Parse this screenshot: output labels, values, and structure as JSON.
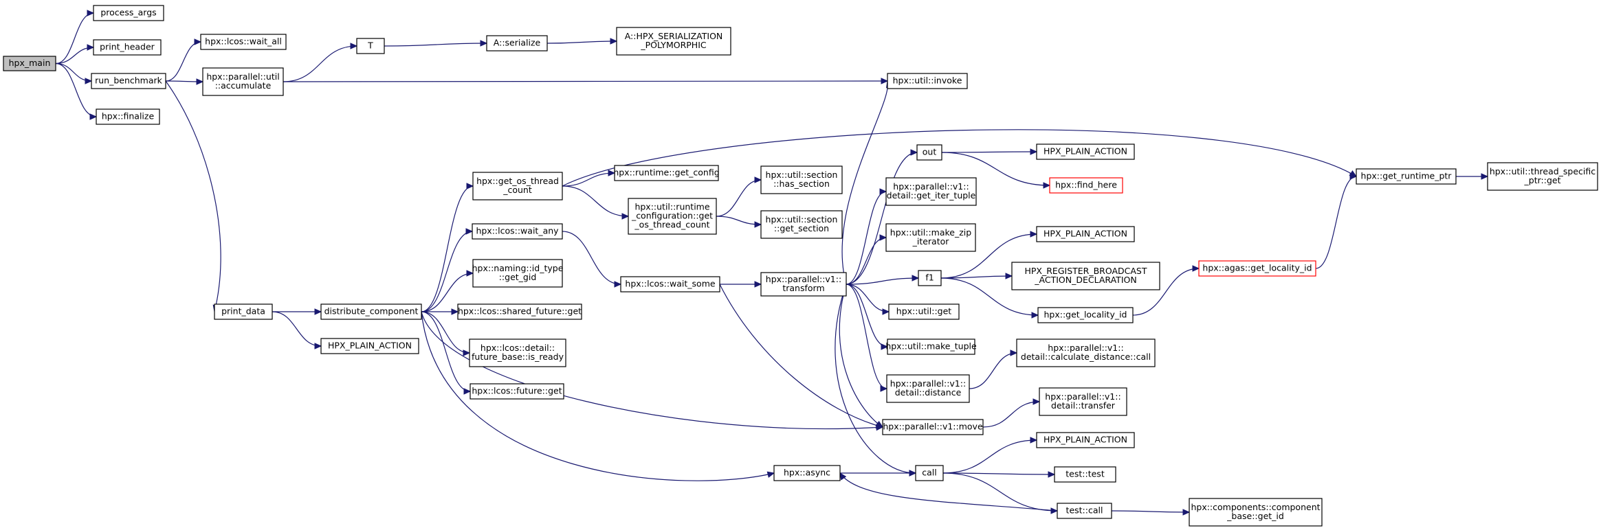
{
  "colors": {
    "edge": "#191970",
    "current_node_fill": "#bfbfbf",
    "highlight_border": "#ff0000",
    "node_border": "#000000"
  },
  "nodes": [
    {
      "id": "hpx_main",
      "lines": [
        "hpx_main"
      ],
      "current": true
    },
    {
      "id": "process_args",
      "lines": [
        "process_args"
      ]
    },
    {
      "id": "print_header",
      "lines": [
        "print_header"
      ]
    },
    {
      "id": "run_benchmark",
      "lines": [
        "run_benchmark"
      ]
    },
    {
      "id": "hpx_finalize",
      "lines": [
        "hpx::finalize"
      ]
    },
    {
      "id": "wait_all",
      "lines": [
        "hpx::lcos::wait_all"
      ]
    },
    {
      "id": "accumulate",
      "lines": [
        "hpx::parallel::util",
        "::accumulate"
      ]
    },
    {
      "id": "T",
      "lines": [
        "T"
      ]
    },
    {
      "id": "serialize",
      "lines": [
        "A::serialize"
      ]
    },
    {
      "id": "serial_poly",
      "lines": [
        "A::HPX_SERIALIZATION",
        "_POLYMORPHIC"
      ]
    },
    {
      "id": "invoke",
      "lines": [
        "hpx::util::invoke"
      ]
    },
    {
      "id": "print_data",
      "lines": [
        "print_data"
      ]
    },
    {
      "id": "distribute",
      "lines": [
        "distribute_component"
      ]
    },
    {
      "id": "hpa_plain_1",
      "lines": [
        "HPX_PLAIN_ACTION"
      ]
    },
    {
      "id": "os_thread",
      "lines": [
        "hpx::get_os_thread",
        "_count"
      ]
    },
    {
      "id": "get_config",
      "lines": [
        "hpx::runtime::get_config"
      ]
    },
    {
      "id": "rt_cfg",
      "lines": [
        "hpx::util::runtime",
        "_configuration::get",
        "_os_thread_count"
      ]
    },
    {
      "id": "has_section",
      "lines": [
        "hpx::util::section",
        "::has_section"
      ]
    },
    {
      "id": "get_section",
      "lines": [
        "hpx::util::section",
        "::get_section"
      ]
    },
    {
      "id": "wait_any",
      "lines": [
        "hpx::lcos::wait_any"
      ]
    },
    {
      "id": "get_gid",
      "lines": [
        "hpx::naming::id_type",
        "::get_gid"
      ]
    },
    {
      "id": "sf_get",
      "lines": [
        "hpx::lcos::shared_future::get"
      ]
    },
    {
      "id": "is_ready",
      "lines": [
        "hpx::lcos::detail::",
        "future_base::is_ready"
      ]
    },
    {
      "id": "f_get",
      "lines": [
        "hpx::lcos::future::get"
      ]
    },
    {
      "id": "wait_some",
      "lines": [
        "hpx::lcos::wait_some"
      ]
    },
    {
      "id": "transform",
      "lines": [
        "hpx::parallel::v1::",
        "transform"
      ]
    },
    {
      "id": "out",
      "lines": [
        "out"
      ]
    },
    {
      "id": "hpa_plain_2",
      "lines": [
        "HPX_PLAIN_ACTION"
      ]
    },
    {
      "id": "find_here",
      "lines": [
        "hpx::find_here"
      ],
      "red": true
    },
    {
      "id": "iter_tuple",
      "lines": [
        "hpx::parallel::v1::",
        "detail::get_iter_tuple"
      ]
    },
    {
      "id": "zip_iter",
      "lines": [
        "hpx::util::make_zip",
        "_iterator"
      ]
    },
    {
      "id": "f1",
      "lines": [
        "f1"
      ]
    },
    {
      "id": "hpa_plain_3",
      "lines": [
        "HPX_PLAIN_ACTION"
      ]
    },
    {
      "id": "broadcast",
      "lines": [
        "HPX_REGISTER_BROADCAST",
        "_ACTION_DECLARATION"
      ]
    },
    {
      "id": "get_locality_id",
      "lines": [
        "hpx::get_locality_id"
      ]
    },
    {
      "id": "agas_loc",
      "lines": [
        "hpx::agas::get_locality_id"
      ],
      "red": true
    },
    {
      "id": "util_get",
      "lines": [
        "hpx::util::get"
      ]
    },
    {
      "id": "make_tuple",
      "lines": [
        "hpx::util::make_tuple"
      ]
    },
    {
      "id": "detail_distance",
      "lines": [
        "hpx::parallel::v1::",
        "detail::distance"
      ]
    },
    {
      "id": "calc_dist",
      "lines": [
        "hpx::parallel::v1::",
        "detail::calculate_distance::call"
      ]
    },
    {
      "id": "move",
      "lines": [
        "hpx::parallel::v1::move"
      ]
    },
    {
      "id": "transfer",
      "lines": [
        "hpx::parallel::v1::",
        "detail::transfer"
      ]
    },
    {
      "id": "async",
      "lines": [
        "hpx::async"
      ]
    },
    {
      "id": "call",
      "lines": [
        "call"
      ]
    },
    {
      "id": "hpa_plain_4",
      "lines": [
        "HPX_PLAIN_ACTION"
      ]
    },
    {
      "id": "test_test",
      "lines": [
        "test::test"
      ]
    },
    {
      "id": "test_call",
      "lines": [
        "test::call"
      ]
    },
    {
      "id": "comp_get_id",
      "lines": [
        "hpx::components::component",
        "_base::get_id"
      ]
    },
    {
      "id": "runtime_ptr",
      "lines": [
        "hpx::get_runtime_ptr"
      ]
    },
    {
      "id": "ts_ptr_get",
      "lines": [
        "hpx::util::thread_specific",
        "_ptr::get"
      ]
    }
  ],
  "edges": [
    [
      "hpx_main",
      "process_args"
    ],
    [
      "hpx_main",
      "print_header"
    ],
    [
      "hpx_main",
      "run_benchmark"
    ],
    [
      "hpx_main",
      "hpx_finalize"
    ],
    [
      "run_benchmark",
      "wait_all"
    ],
    [
      "run_benchmark",
      "accumulate"
    ],
    [
      "run_benchmark",
      "print_data"
    ],
    [
      "accumulate",
      "T"
    ],
    [
      "accumulate",
      "invoke"
    ],
    [
      "T",
      "serialize"
    ],
    [
      "serialize",
      "serial_poly"
    ],
    [
      "print_data",
      "distribute"
    ],
    [
      "print_data",
      "hpa_plain_1"
    ],
    [
      "distribute",
      "os_thread"
    ],
    [
      "distribute",
      "wait_any"
    ],
    [
      "distribute",
      "get_gid"
    ],
    [
      "distribute",
      "sf_get"
    ],
    [
      "distribute",
      "is_ready"
    ],
    [
      "distribute",
      "f_get"
    ],
    [
      "distribute",
      "move"
    ],
    [
      "distribute",
      "async"
    ],
    [
      "os_thread",
      "get_config"
    ],
    [
      "os_thread",
      "rt_cfg"
    ],
    [
      "os_thread",
      "runtime_ptr"
    ],
    [
      "rt_cfg",
      "has_section"
    ],
    [
      "rt_cfg",
      "get_section"
    ],
    [
      "wait_any",
      "wait_some"
    ],
    [
      "wait_some",
      "transform"
    ],
    [
      "wait_some",
      "move"
    ],
    [
      "transform",
      "invoke"
    ],
    [
      "transform",
      "out"
    ],
    [
      "transform",
      "iter_tuple"
    ],
    [
      "transform",
      "zip_iter"
    ],
    [
      "transform",
      "f1"
    ],
    [
      "transform",
      "util_get"
    ],
    [
      "transform",
      "make_tuple"
    ],
    [
      "transform",
      "detail_distance"
    ],
    [
      "transform",
      "move"
    ],
    [
      "transform",
      "call"
    ],
    [
      "out",
      "hpa_plain_2"
    ],
    [
      "out",
      "find_here"
    ],
    [
      "f1",
      "hpa_plain_3"
    ],
    [
      "f1",
      "broadcast"
    ],
    [
      "f1",
      "get_locality_id"
    ],
    [
      "get_locality_id",
      "agas_loc"
    ],
    [
      "agas_loc",
      "runtime_ptr"
    ],
    [
      "detail_distance",
      "calc_dist"
    ],
    [
      "move",
      "transfer"
    ],
    [
      "async",
      "call"
    ],
    [
      "call",
      "hpa_plain_4"
    ],
    [
      "call",
      "test_test"
    ],
    [
      "call",
      "test_call"
    ],
    [
      "test_call",
      "async"
    ],
    [
      "test_call",
      "comp_get_id"
    ],
    [
      "runtime_ptr",
      "ts_ptr_get"
    ]
  ]
}
